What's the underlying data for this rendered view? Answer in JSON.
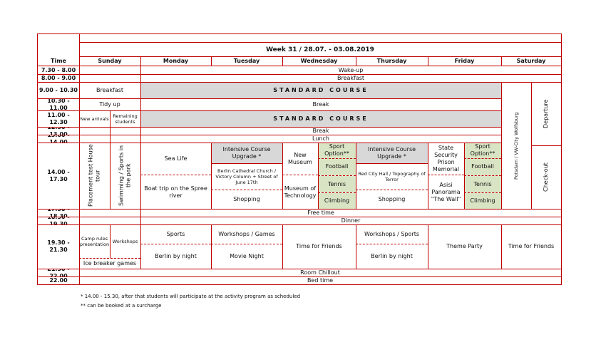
{
  "title": "Week 31 / 28.07. - 03.08.2019",
  "headers": {
    "time": "Time",
    "sunday": "Sunday",
    "monday": "Monday",
    "tuesday": "Tuesday",
    "wednesday": "Wednesday",
    "thursday": "Thursday",
    "friday": "Friday",
    "saturday": "Saturday"
  },
  "times": {
    "t1": "7.30 - 8.00",
    "t2": "8.00 - 9.00",
    "t3": "9.00 - 10.30",
    "t4": "10.30 - 11.00",
    "t5": "11.00 - 12.30",
    "t6": "12.30 - 13.00",
    "t7": "13.00 - 14.00",
    "t8": "14.00 - 17.30",
    "t9": "17.30 - 18.30",
    "t10": "18.30 - 19.30",
    "t11": "19.30 - 21.30",
    "t12": "21.30 - 22.00",
    "t13": "22.00"
  },
  "rows": {
    "wakeup": "Wake-up",
    "breakfast_all": "Breakfast",
    "breakfast_sun": "Breakfast",
    "standard_course_1": "STANDARD   COURSE",
    "tidy_up": "Tidy up",
    "break_1": "Break",
    "new_arrivals": "New arrivals",
    "remaining_students": "Remaining students",
    "standard_course_2": "STANDARD   COURSE",
    "break_2": "Break",
    "lunch": "Lunch",
    "free_time": "Free time",
    "dinner": "Dinner",
    "room_chillout": "Room Chillout",
    "bed_time": "Bed time"
  },
  "sunday": {
    "placement": "Placement test House tour",
    "swimming": "Swimming / Sports in the park",
    "camp_rules": "Camp rules presentation",
    "workshops": "Workshops",
    "ice_breaker": "Ice breaker games"
  },
  "monday": {
    "sea_life": "Sea Life",
    "boat_trip": "Boat trip on the Spree river",
    "sports": "Sports",
    "berlin_night": "Berlin by night"
  },
  "tuesday": {
    "intensive": "Intensive Course Upgrade *",
    "cathedral": "Berlin Cathedral Church / Victory Column + Street of June 17th",
    "shopping": "Shopping",
    "workshops_games": "Workshops / Games",
    "movie_night": "Movie Night"
  },
  "wednesday": {
    "new_museum": "New Museum",
    "museum_tech": "Museum of Technology",
    "sport_option": "Sport Option**",
    "football": "Football",
    "tennis": "Tennis",
    "climbing": "Climbing",
    "time_friends": "Time for Friends"
  },
  "thursday": {
    "intensive": "Intensive Course Upgrade *",
    "red_city_hall": "Red City Hall / Topography of Terror",
    "shopping": "Shopping",
    "workshops_sports": "Workshops / Sports",
    "berlin_night": "Berlin by night"
  },
  "friday": {
    "stasi": "State Security Prison Memorial",
    "asisi": "Asisi Panorama \"The Wall\"",
    "sport_option": "Sport Option**",
    "football": "Football",
    "tennis": "Tennis",
    "climbing": "Climbing",
    "theme_party": "Theme Party"
  },
  "saturday": {
    "potsdam": "Potsdam / VW-City Wolfsburg",
    "departure": "Departure",
    "checkout": "Check-out",
    "time_friends": "Time for Friends"
  },
  "notes": {
    "n1": "* 14.00 - 15.30, after that students will participate at the activity program as scheduled",
    "n2": "** can be booked at a surcharge"
  }
}
